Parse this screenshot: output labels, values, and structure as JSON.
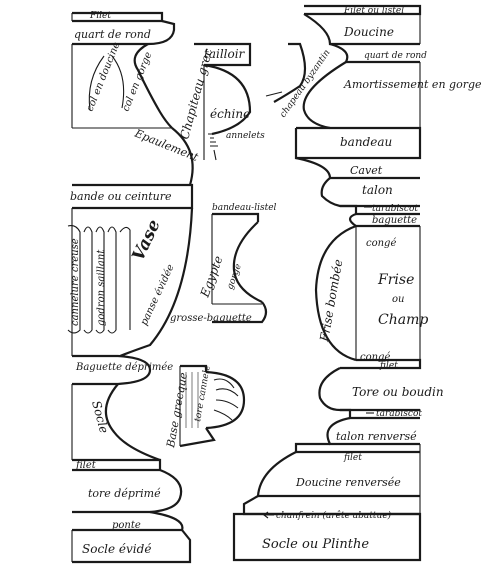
{
  "labels": {
    "filet_top": "Filet",
    "quart_de_rond": "quart de rond",
    "col_en_doucine": "col en doucine",
    "col_en_gorge": "col en gorge",
    "epaulement": "Epaulement",
    "bande_ou_ceinture": "bande ou ceinture",
    "vase": "Vase",
    "cannelure_creuse": "cannelure creuse",
    "godron_saillant": "godron saillant",
    "panse_evidee": "panse évidée",
    "baguette_deprimee": "Baguette déprimée",
    "socle": "Socle",
    "filet_lower": "filet",
    "tore_deprime": "tore déprimé",
    "ponte": "ponte",
    "socle_evide": "Socle évidé",
    "chapiteau_grec": "Chapiteau grec",
    "tailloir": "tailloir",
    "echine": "échine",
    "annelets": "annelets",
    "bandeau_listel": "bandeau-listel",
    "egypte": "Egypte",
    "gorge_small": "gorge",
    "grosse_baguette": "grosse-baguette",
    "base_grecque": "Base grecque",
    "tore_cannele": "tore cannelé",
    "filet_ou_listel": "Filet ou listel",
    "doucine": "Doucine",
    "quart_de_rond_r": "quart de rond",
    "amortissement": "Amortissement en gorge",
    "chapeau_byzantin": "chapeau byzantin",
    "bandeau": "bandeau",
    "cavet": "Cavet",
    "talon": "talon",
    "tarabiscot": "tarabiscot",
    "baguette": "baguette",
    "conge": "congé",
    "frise_bombee": "Frise bombée",
    "frise": "Frise",
    "ou": "ou",
    "champ": "Champ",
    "conge2": "congé",
    "filet_r": "filet",
    "tore_ou_boudin": "Tore ou boudin",
    "tarabiscot2": "tarabiscot",
    "talon_renverse": "talon renversé",
    "filet_r2": "filet",
    "doucine_renversee": "Doucine renversée",
    "chanfrein": "chanfrein (arête abattue)",
    "socle_ou_plinthe": "Socle ou Plinthe"
  }
}
